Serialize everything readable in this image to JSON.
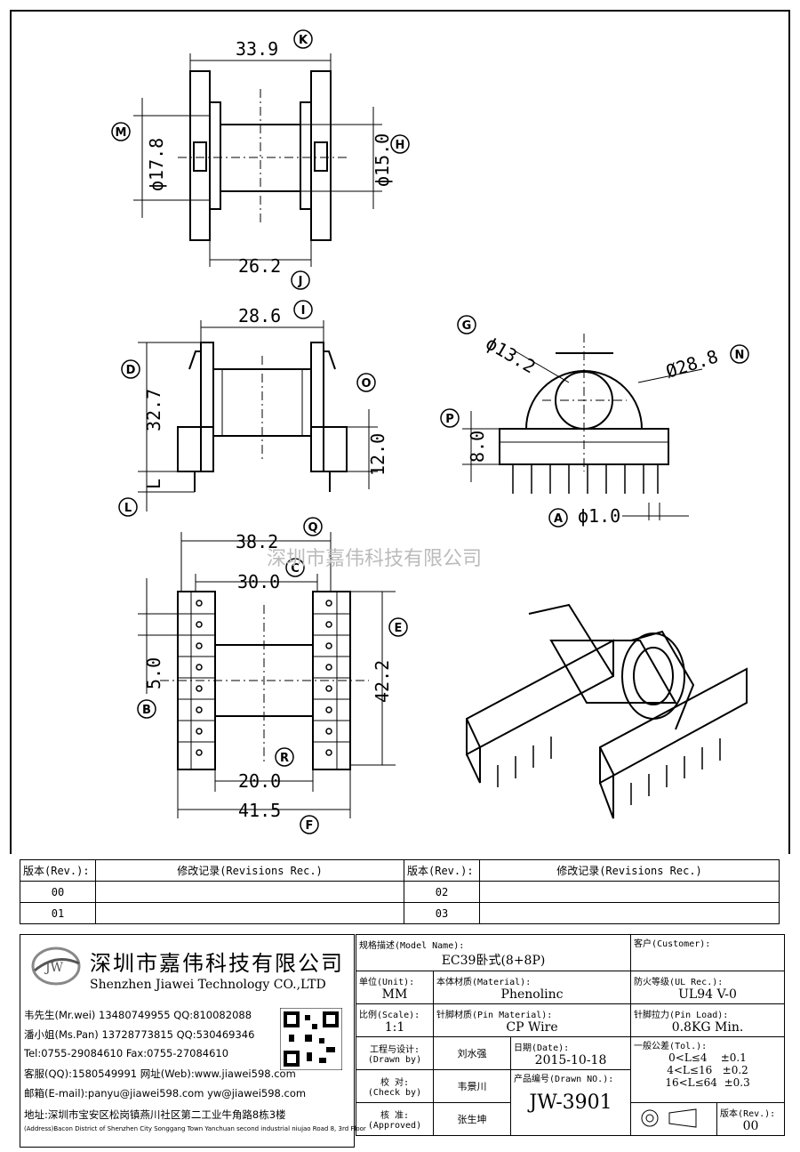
{
  "dims": {
    "k": "33.9",
    "m": "ϕ17.8",
    "h": "ϕ15.0",
    "j": "26.2",
    "i": "28.6",
    "d": "32.7",
    "o": "12.0",
    "l": "L",
    "g": "ϕ13.2",
    "n": "Ø28.8",
    "p": "8.0",
    "a": "ϕ1.0",
    "q": "38.2",
    "c": "30.0",
    "e": "42.2",
    "b": "5.0",
    "r": "20.0",
    "f": "41.5"
  },
  "letters": [
    "K",
    "M",
    "H",
    "J",
    "I",
    "D",
    "O",
    "L",
    "G",
    "N",
    "P",
    "A",
    "Q",
    "C",
    "E",
    "B",
    "R",
    "F"
  ],
  "watermark": "深圳市嘉伟科技有限公司",
  "revisions": {
    "col_rev": "版本(Rev.):",
    "col_rec": "修改记录(Revisions Rec.)",
    "rows": [
      [
        "00",
        "02"
      ],
      [
        "01",
        "03"
      ]
    ]
  },
  "company": {
    "name": "深圳市嘉伟科技有限公司",
    "name_en": "Shenzhen Jiawei Technology CO.,LTD",
    "logo_text": "JW",
    "lines": [
      "韦先生(Mr.wei) 13480749955 QQ:810082088",
      "潘小姐(Ms.Pan) 13728773815 QQ:530469346",
      "Tel:0755-29084610      Fax:0755-27084610",
      "客服(QQ):1580549991   网址(Web):www.jiawei598.com",
      "邮箱(E-mail):panyu@jiawei598.com  yw@jiawei598.com",
      "地址:深圳市宝安区松岗镇燕川社区第二工业牛角路8栋3楼",
      "(Address)Bacon District of Shenzhen City Songgang Town Yanchuan second industrial niujao Road 8, 3rd Floor"
    ]
  },
  "titleblock": {
    "model_label": "规格描述(Model Name):",
    "model": "EC39卧式(8+8P)",
    "customer_label": "客户(Customer):",
    "unit_label": "单位(Unit):",
    "unit": "MM",
    "material_label": "本体材质(Material):",
    "material": "Phenolinc",
    "ul_label": "防火等级(UL Rec.):",
    "ul": "UL94 V-0",
    "scale_label": "比例(Scale):",
    "scale": "1:1",
    "pin_label": "针脚材质(Pin Material):",
    "pin": "CP Wire",
    "load_label": "针脚拉力(Pin Load):",
    "load": "0.8KG Min.",
    "drawn_label": "工程与设计:",
    "drawn_en": "(Drawn by)",
    "drawn": "刘水强",
    "date_label": "日期(Date):",
    "date": "2015-10-18",
    "tol_label": "一般公差(Tol.):",
    "tol": [
      "0<L≤4    ±0.1",
      "4<L≤16   ±0.2",
      "16<L≤64  ±0.3"
    ],
    "check_label": "校  对:",
    "check_en": "(Check by)",
    "check": "韦景川",
    "drawno_label": "产品编号(Drawn NO.):",
    "drawno": "JW-3901",
    "approve_label": "核  准:",
    "approve_en": "(Approved)",
    "approve": "张生坤",
    "rev_label": "版本(Rev.):",
    "rev": "00"
  }
}
